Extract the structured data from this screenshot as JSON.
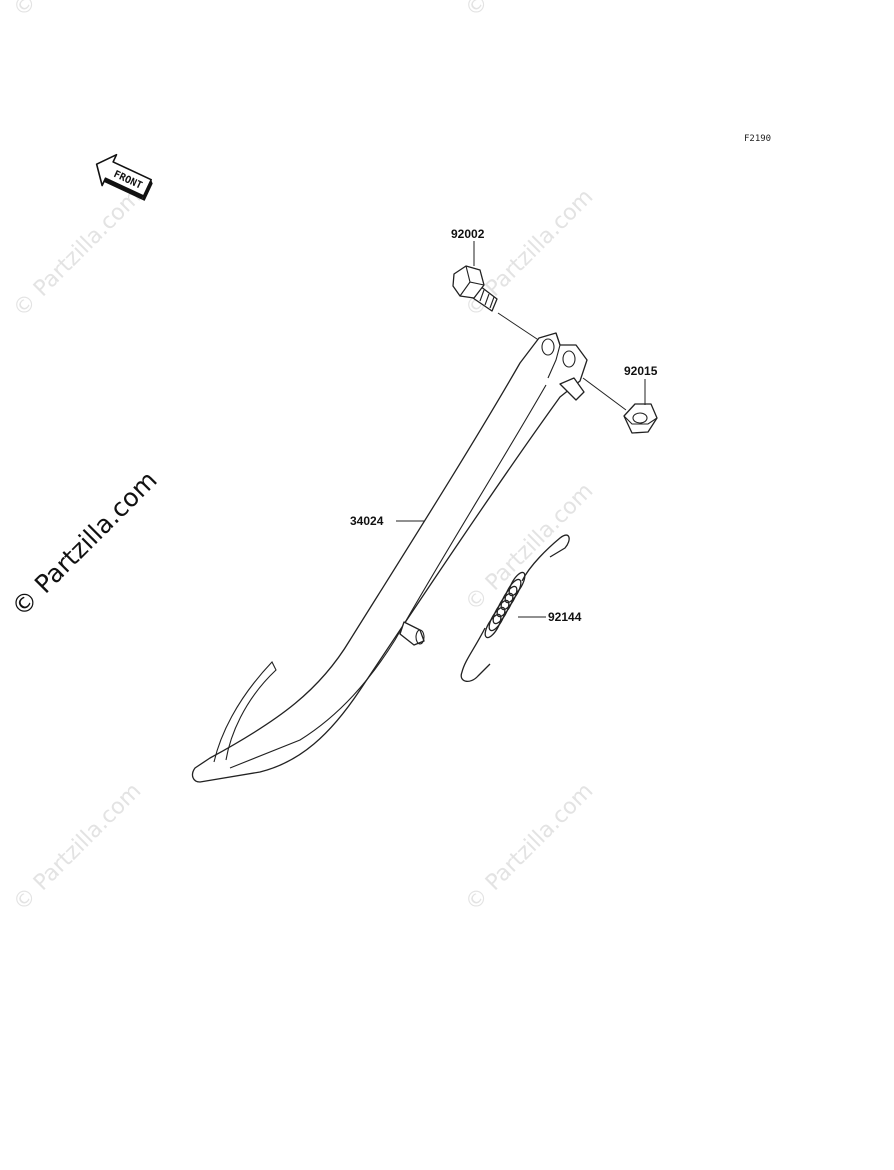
{
  "diagram": {
    "figure_id": "F2190",
    "front_label": "FRONT",
    "parts": [
      {
        "number": "92002"
      },
      {
        "number": "92015"
      },
      {
        "number": "34024"
      },
      {
        "number": "92144"
      }
    ]
  },
  "watermark": {
    "text": "© Partzilla.com",
    "color": "#e3e3e3",
    "prominent_color": "#111111"
  }
}
